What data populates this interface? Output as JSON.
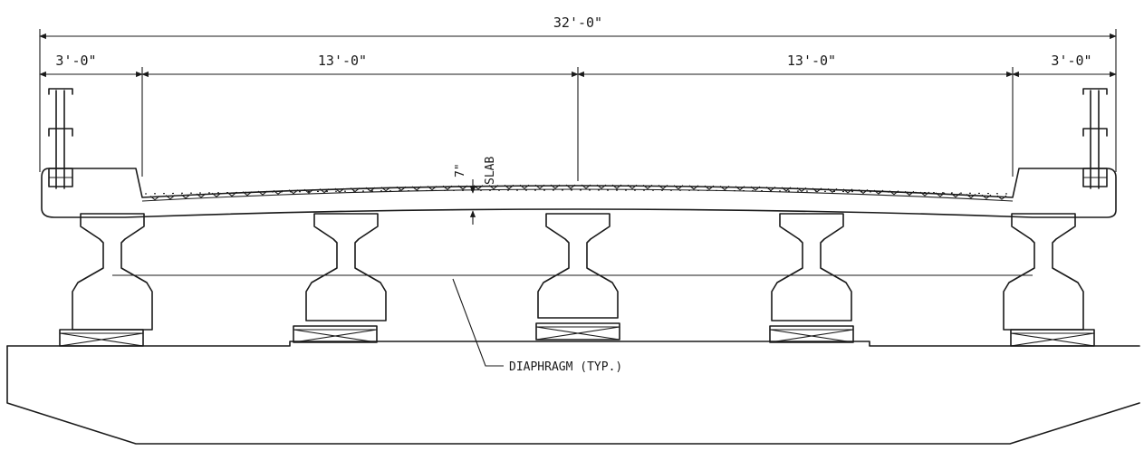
{
  "dimensions": {
    "overall": "32'-0\"",
    "left_overhang": "3'-0\"",
    "left_lane": "13'-0\"",
    "right_lane": "13'-0\"",
    "right_overhang": "3'-0\""
  },
  "slab": {
    "thickness": "7\"",
    "label": "SLAB"
  },
  "callout": {
    "diaphragm": "DIAPHRAGM (TYP.)"
  },
  "colors": {
    "line": "#1a1a1a",
    "background": "#ffffff"
  }
}
